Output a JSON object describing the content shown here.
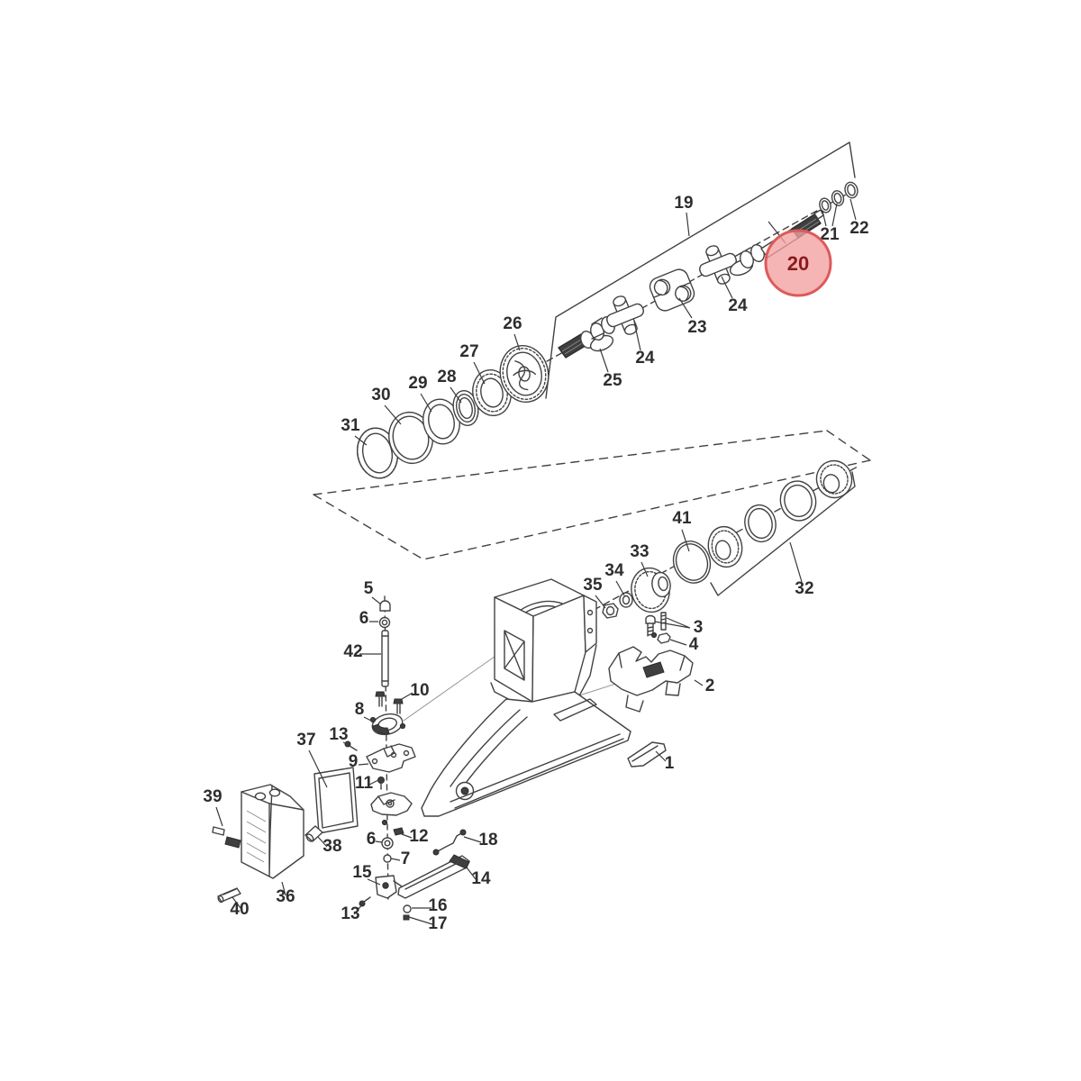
{
  "diagram": {
    "type": "exploded-parts-diagram",
    "subject": "sterndrive-transom-gimbal-assembly",
    "background": "#ffffff",
    "line_color": "#424242",
    "label_color": "#2e2e2e",
    "highlight": {
      "part_number": "20",
      "fill": "#f2a0a0",
      "stroke": "#dd5a5a",
      "text_color": "#8a1a1e"
    },
    "labels": [
      {
        "text": "19"
      },
      {
        "text": "21"
      },
      {
        "text": "22"
      },
      {
        "text": "23"
      },
      {
        "text": "24"
      },
      {
        "text": "24"
      },
      {
        "text": "25"
      },
      {
        "text": "26"
      },
      {
        "text": "27"
      },
      {
        "text": "28"
      },
      {
        "text": "29"
      },
      {
        "text": "30"
      },
      {
        "text": "31"
      },
      {
        "text": "41"
      },
      {
        "text": "32"
      },
      {
        "text": "33"
      },
      {
        "text": "34"
      },
      {
        "text": "35"
      },
      {
        "text": "3"
      },
      {
        "text": "4"
      },
      {
        "text": "2"
      },
      {
        "text": "1"
      },
      {
        "text": "5"
      },
      {
        "text": "6"
      },
      {
        "text": "42"
      },
      {
        "text": "10"
      },
      {
        "text": "8"
      },
      {
        "text": "13"
      },
      {
        "text": "37"
      },
      {
        "text": "9"
      },
      {
        "text": "11"
      },
      {
        "text": "39"
      },
      {
        "text": "38"
      },
      {
        "text": "6"
      },
      {
        "text": "12"
      },
      {
        "text": "7"
      },
      {
        "text": "36"
      },
      {
        "text": "15"
      },
      {
        "text": "40"
      },
      {
        "text": "13"
      },
      {
        "text": "14"
      },
      {
        "text": "16"
      },
      {
        "text": "17"
      },
      {
        "text": "18"
      }
    ]
  }
}
